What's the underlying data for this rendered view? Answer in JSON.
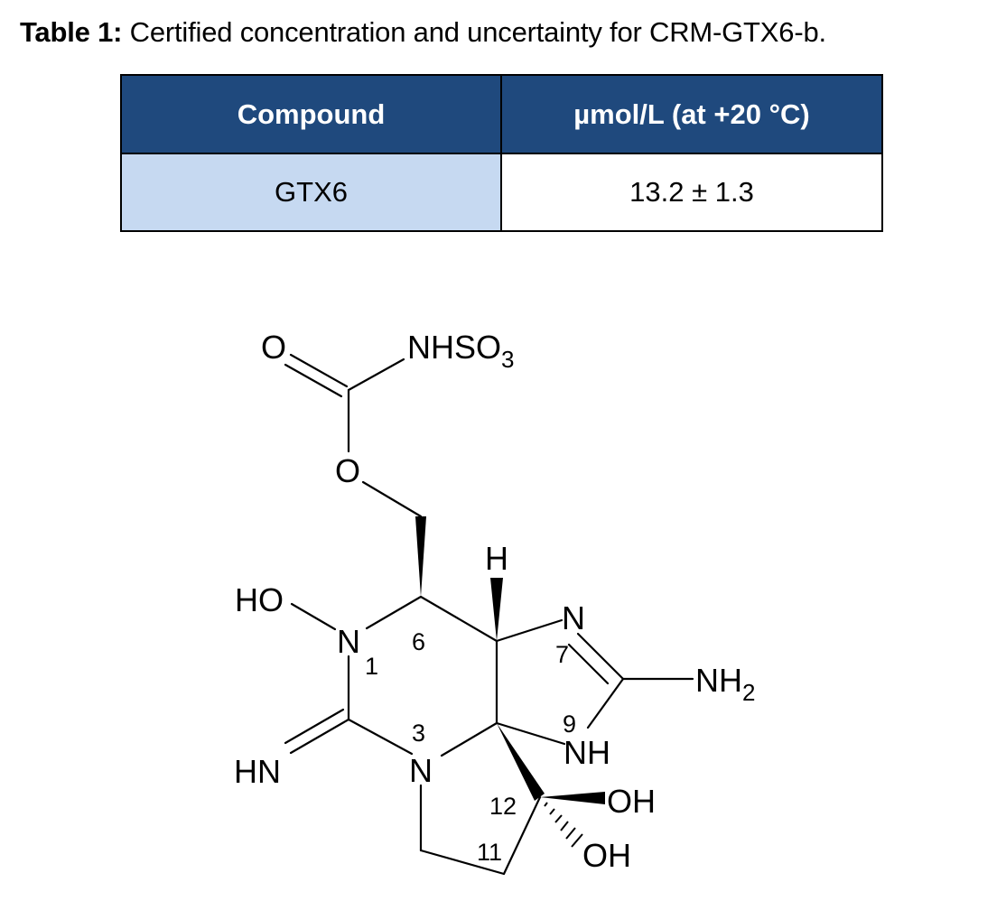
{
  "caption": {
    "label": "Table 1:",
    "text": "Certified concentration and uncertainty for CRM-GTX6-b."
  },
  "table": {
    "headers": [
      "Compound",
      "µmol/L (at +20 °C)"
    ],
    "rows": [
      {
        "compound": "GTX6",
        "value": "13.2 ± 1.3"
      }
    ]
  },
  "structure": {
    "atoms": {
      "carbonyl_o": "O",
      "nhso3": "NHSO",
      "nhso3_sub": "3",
      "ester_o": "O",
      "h": "H",
      "ho": "HO",
      "n1": "N",
      "n7": "N",
      "nh2": "NH",
      "nh2_sub": "2",
      "nh9": "NH",
      "hn": "HN",
      "n3": "N",
      "oh_upper": "OH",
      "oh_lower": "OH"
    },
    "numbering": {
      "pos1": "1",
      "pos3": "3",
      "pos6": "6",
      "pos7": "7",
      "pos9": "9",
      "pos11": "11",
      "pos12": "12"
    }
  }
}
